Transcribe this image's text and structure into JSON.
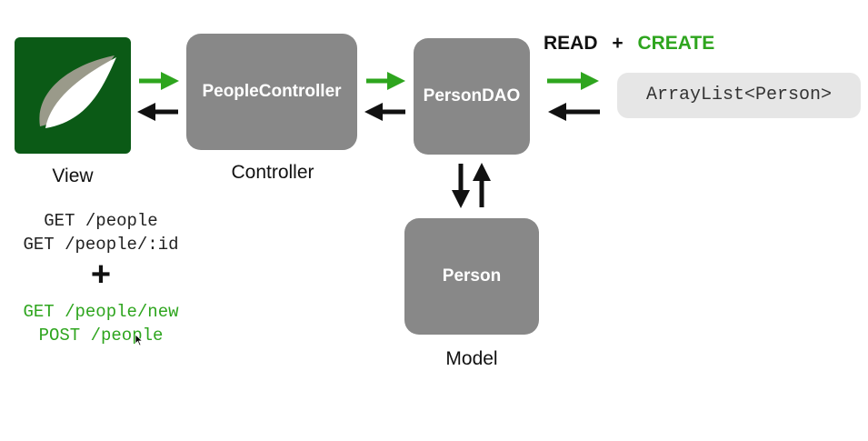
{
  "view": {
    "caption": "View"
  },
  "controller": {
    "box_label": "PeopleController",
    "caption": "Controller"
  },
  "dao": {
    "box_label": "PersonDAO"
  },
  "model": {
    "box_label": "Person",
    "caption": "Model"
  },
  "storage": {
    "label": "ArrayList<Person>"
  },
  "ops": {
    "read": "READ",
    "plus": "+",
    "create": "CREATE"
  },
  "routes": {
    "existing": [
      "GET /people",
      "GET /people/:id"
    ],
    "plus": "+",
    "new": [
      "GET /people/new",
      "POST /people"
    ]
  },
  "colors": {
    "box_gray": "#888888",
    "green": "#2ea51e",
    "logo_green": "#0b5a16",
    "storage_bg": "#e6e6e6",
    "arrow_black": "#111111"
  }
}
